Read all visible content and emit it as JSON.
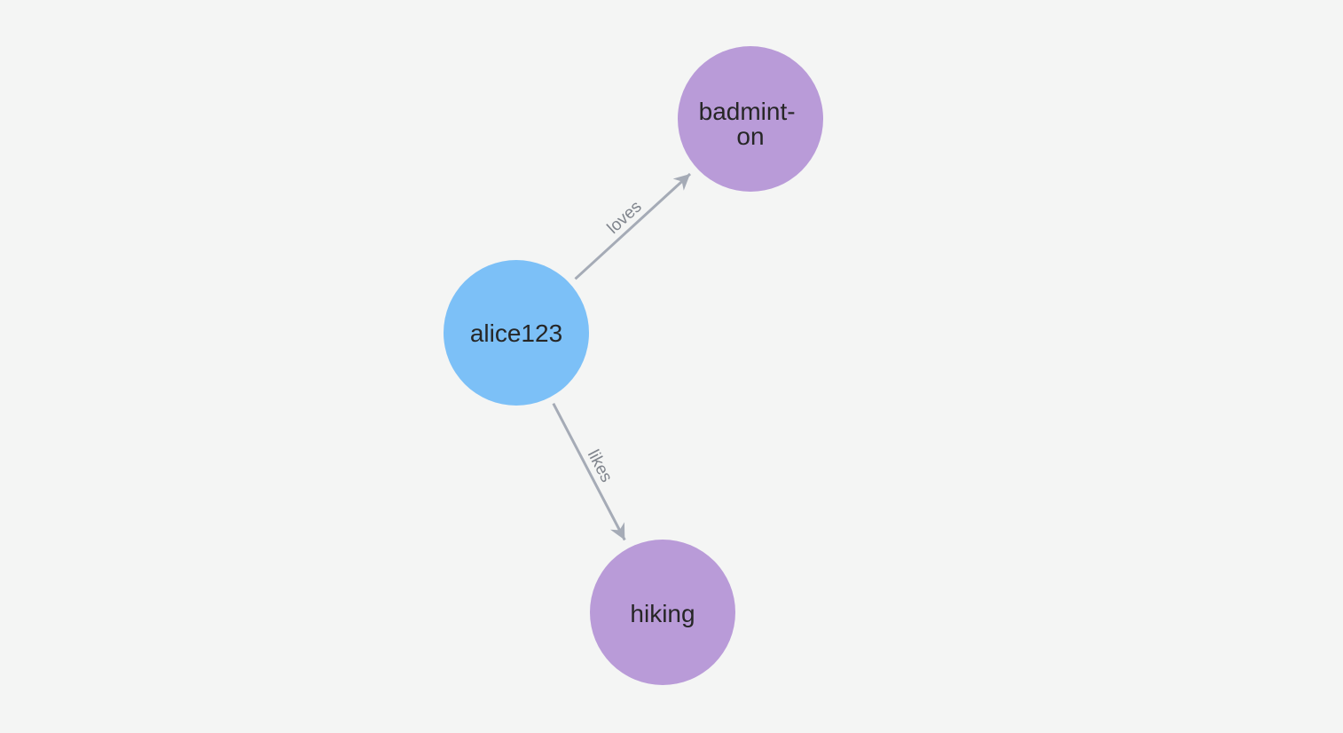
{
  "canvas": {
    "background": "#f4f5f4"
  },
  "graph": {
    "colors": {
      "person_node": "#7cc0f7",
      "hobby_node": "#b99bd8",
      "relationship": "#a5abb6",
      "edge_label": "#7f848c",
      "node_label": "#262626"
    },
    "nodes": [
      {
        "id": "alice123",
        "label": "alice123"
      },
      {
        "id": "badminton",
        "label": "badminton",
        "line1": "badmint-",
        "line2": "on"
      },
      {
        "id": "hiking",
        "label": "hiking"
      }
    ],
    "edges": [
      {
        "label": "loves",
        "from": "alice123",
        "to": "badminton"
      },
      {
        "label": "likes",
        "from": "alice123",
        "to": "hiking"
      }
    ]
  }
}
